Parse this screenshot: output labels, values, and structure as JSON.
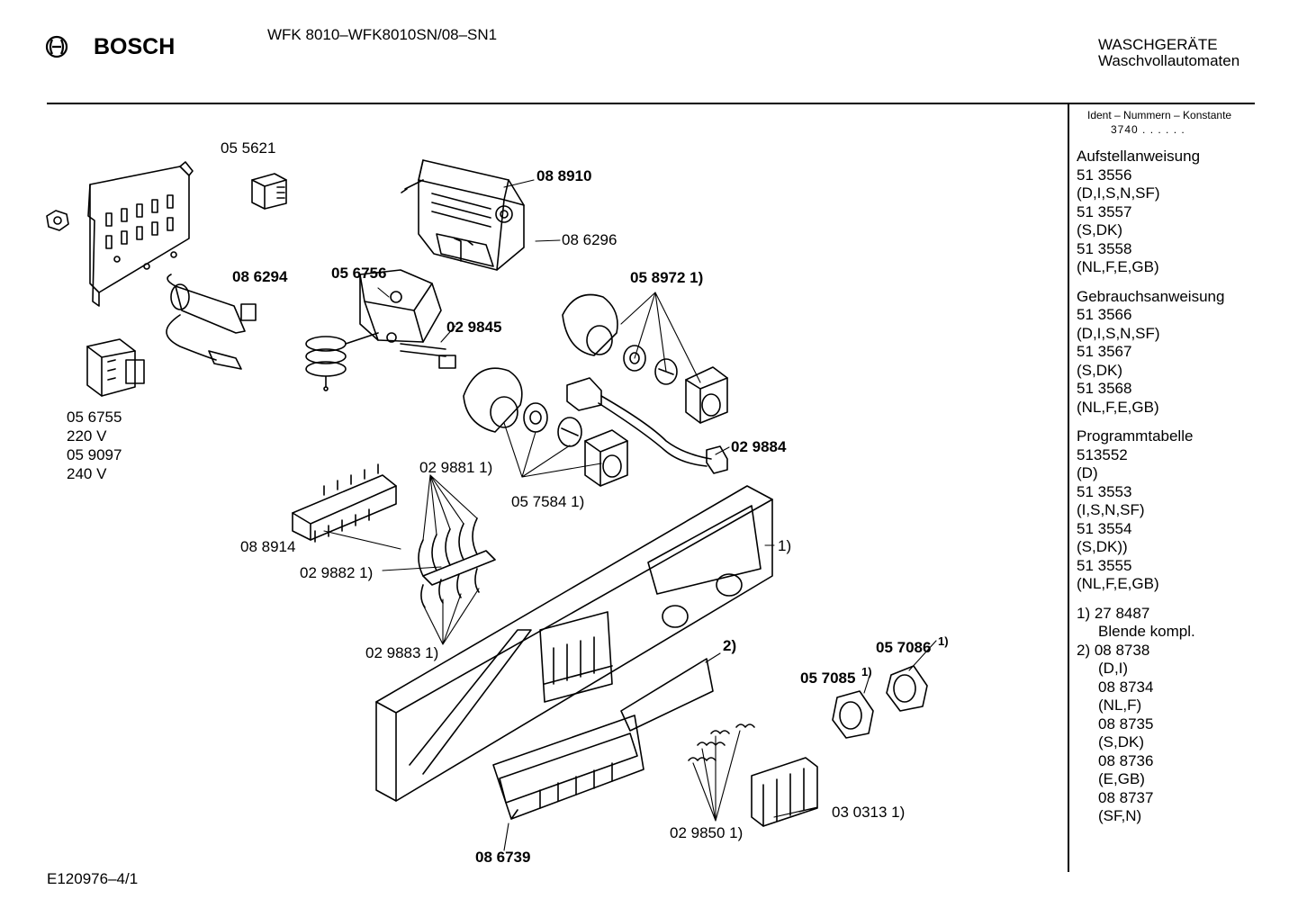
{
  "header": {
    "brand": "BOSCH",
    "model": "WFK 8010–WFK8010SN/08–SN1",
    "category_line1": "WASCHGERÄTE",
    "category_line2": "Waschvollautomaten"
  },
  "footer": {
    "drawing_number": "E120976–4/1"
  },
  "parts": {
    "p055621": "05 5621",
    "p088910": "08 8910",
    "p086296": "08 6296",
    "p086294": "08 6294",
    "p056756": "05 6756",
    "p029845": "02 9845",
    "p058972": "05 8972 1)",
    "p056755": "05 6755",
    "v220": "220 V",
    "p059097": "05 9097",
    "v240": "240 V",
    "p029881": "02 9881 1)",
    "p029884": "02 9884",
    "p057584": "05 7584 1)",
    "p088914": "08 8914",
    "panel_note": "1)",
    "p029882": "02 9882 1)",
    "p029883": "02 9883 1)",
    "window_note": "2)",
    "p057086": "05 7086",
    "p057086_note": "1)",
    "p057085": "05 7085",
    "p057085_note": "1)",
    "p030313": "03 0313 1)",
    "p029850": "02 9850 1)",
    "p086739": "08 6739"
  },
  "side_panel": {
    "ident_label": "Ident – Nummern – Konstante",
    "ident_value": "3740 . . . . . .",
    "sections": [
      {
        "title": "Aufstellanweisung",
        "lines": [
          "51 3556",
          "(D,I,S,N,SF)",
          "51 3557",
          "(S,DK)",
          "51 3558",
          "(NL,F,E,GB)"
        ]
      },
      {
        "title": "Gebrauchsanweisung",
        "lines": [
          "51 3566",
          "(D,I,S,N,SF)",
          "51 3567",
          "(S,DK)",
          "51 3568",
          "(NL,F,E,GB)"
        ]
      },
      {
        "title": "Programmtabelle",
        "lines": [
          "513552",
          "(D)",
          "51 3553",
          "(I,S,N,SF)",
          "51 3554",
          "(S,DK))",
          "51 3555",
          "(NL,F,E,GB)"
        ]
      }
    ],
    "notes": {
      "n1_num": "1) 27 8487",
      "n1_desc": "Blende kompl.",
      "n2_num": "2) 08 8738",
      "n2_lines": [
        "(D,I)",
        "08 8734",
        "(NL,F)",
        "08 8735",
        "(S,DK)",
        "08 8736",
        "(E,GB)",
        "08 8737",
        "(SF,N)"
      ]
    }
  }
}
